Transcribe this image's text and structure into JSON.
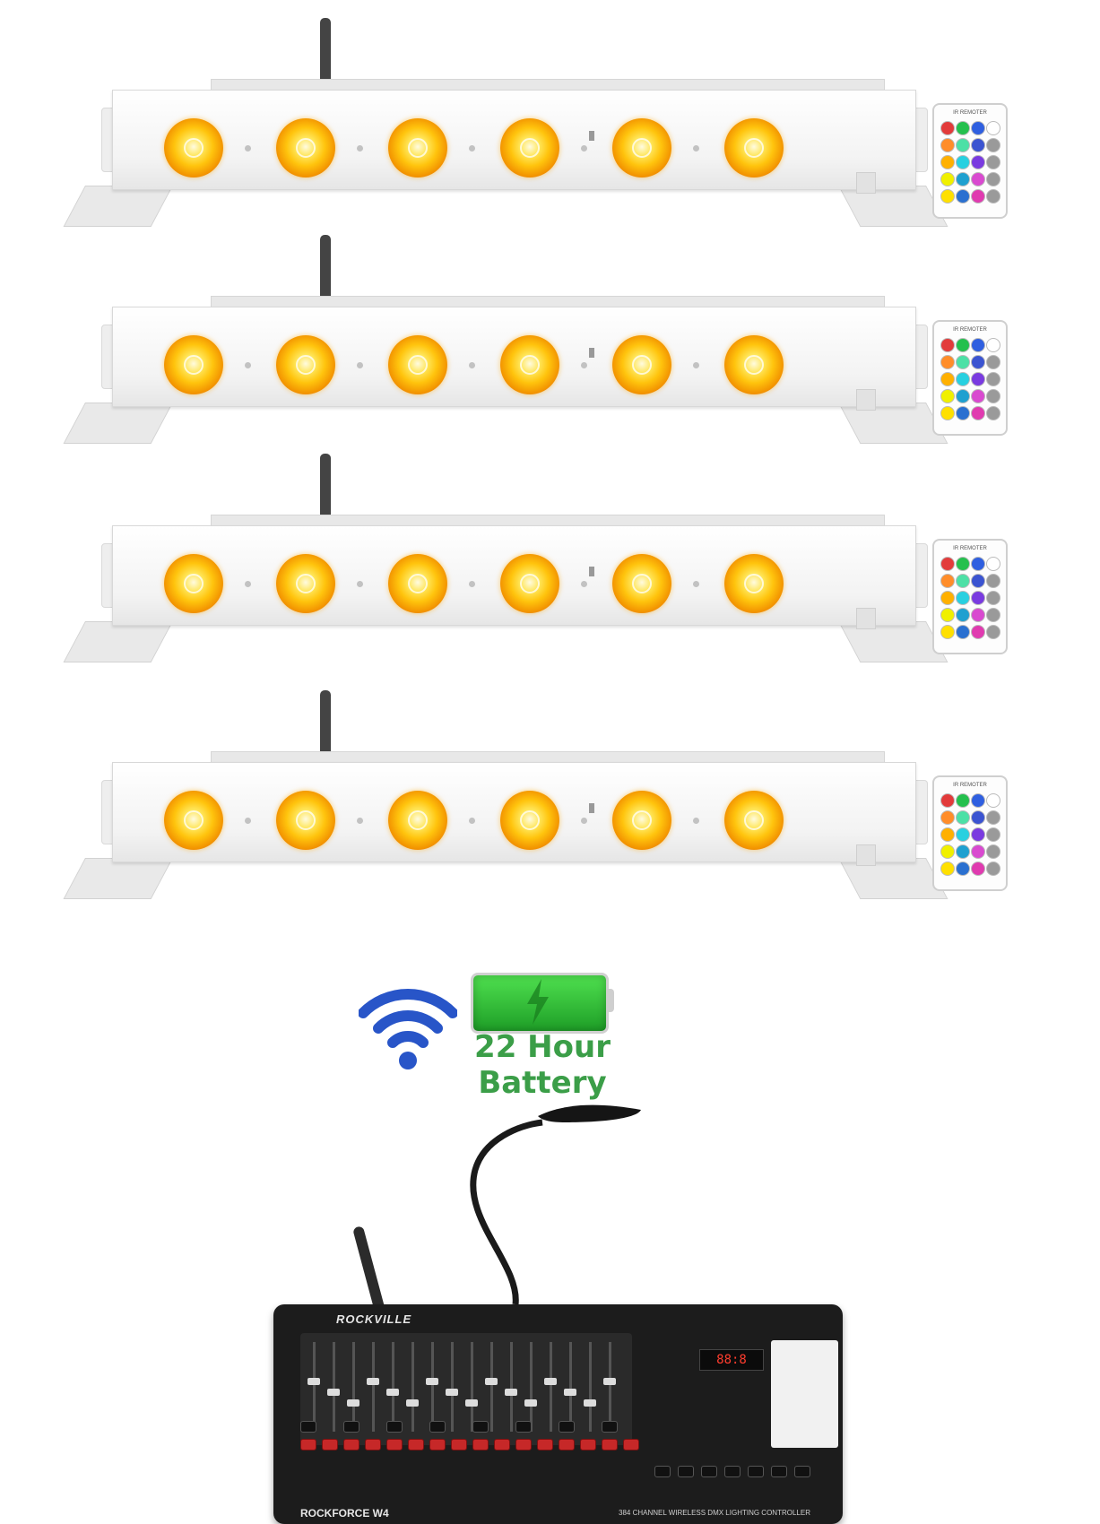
{
  "bars": [
    {
      "id": 1
    },
    {
      "id": 2
    },
    {
      "id": 3
    },
    {
      "id": 4
    }
  ],
  "remote": {
    "label": "IR REMOTER",
    "button_colors": [
      "#e23b3b",
      "#25c04e",
      "#2f5fe0",
      "#ffffff",
      "#ff8d2a",
      "#4de0a6",
      "#3b54d1",
      "#9a9a9a",
      "#ffb000",
      "#28d0e0",
      "#7a3be0",
      "#9a9a9a",
      "#f0f000",
      "#1fa0d0",
      "#d94ad0",
      "#9a9a9a",
      "#ffe000",
      "#2a70d0",
      "#e03bb0",
      "#9a9a9a"
    ]
  },
  "battery": {
    "line1": "22 Hour",
    "line2": "Battery",
    "color": "#3b9e48"
  },
  "console": {
    "brand": "ROCKVILLE",
    "model": "ROCKFORCE W4",
    "description": "384 CHANNEL WIRELESS DMX LIGHTING CONTROLLER",
    "display": "88:8"
  },
  "colors": {
    "led": "#ffc40d",
    "wifi": "#2855c8"
  }
}
